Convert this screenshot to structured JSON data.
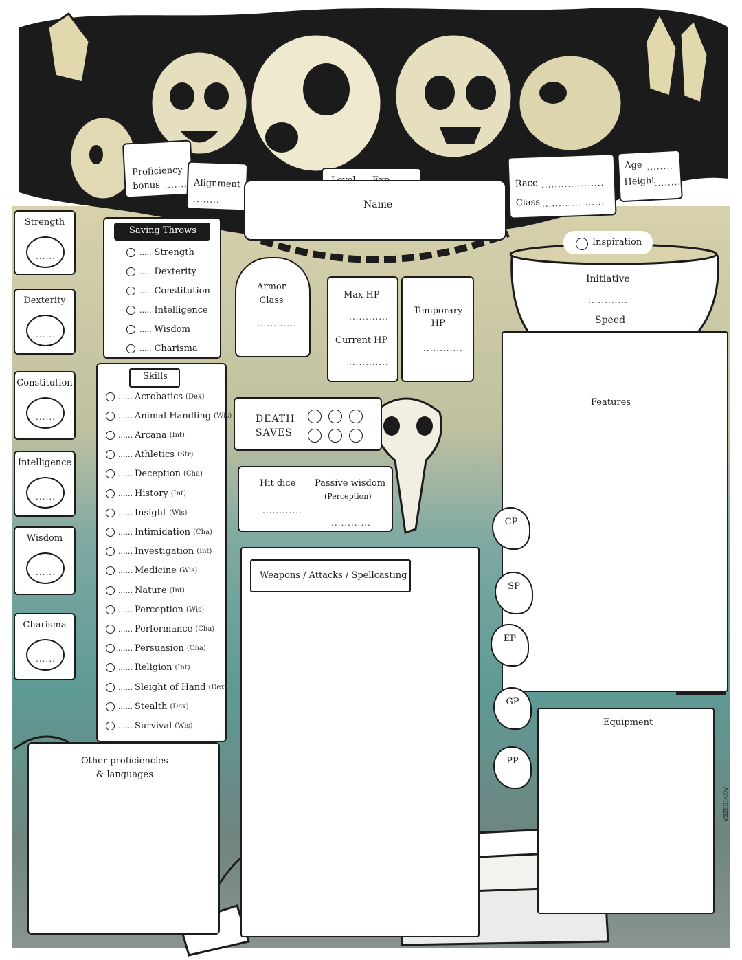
{
  "header": {
    "proficiency_bonus": "Proficiency\nbonus",
    "alignment": "Alignment",
    "level": "Level",
    "exp": "Exp.",
    "name": "Name",
    "race": "Race",
    "class": "Class",
    "age": "Age",
    "height": "Height",
    "dots": "........",
    "long_dots": "..................."
  },
  "abilities": [
    {
      "name": "Strength",
      "value": "......"
    },
    {
      "name": "Dexterity",
      "value": "......"
    },
    {
      "name": "Constitution",
      "value": "......"
    },
    {
      "name": "Intelligence",
      "value": "......"
    },
    {
      "name": "Wisdom",
      "value": "......"
    },
    {
      "name": "Charisma",
      "value": "......"
    }
  ],
  "saving_throws": {
    "title": "Saving Throws",
    "items": [
      "Strength",
      "Dexterity",
      "Constitution",
      "Intelligence",
      "Wisdom",
      "Charisma"
    ],
    "dots": "....."
  },
  "skills": {
    "title": "Skills",
    "dots": "......",
    "items": [
      {
        "name": "Acrobatics",
        "ability": "(Dex)"
      },
      {
        "name": "Animal Handling",
        "ability": "(Wis)"
      },
      {
        "name": "Arcana",
        "ability": "(Int)"
      },
      {
        "name": "Athletics",
        "ability": "(Str)"
      },
      {
        "name": "Deception",
        "ability": "(Cha)"
      },
      {
        "name": "History",
        "ability": "(Int)"
      },
      {
        "name": "Insight",
        "ability": "(Wis)"
      },
      {
        "name": "Intimidation",
        "ability": "(Cha)"
      },
      {
        "name": "Investigation",
        "ability": "(Int)"
      },
      {
        "name": "Medicine",
        "ability": "(Wis)"
      },
      {
        "name": "Nature",
        "ability": "(Int)"
      },
      {
        "name": "Perception",
        "ability": "(Wis)"
      },
      {
        "name": "Performance",
        "ability": "(Cha)"
      },
      {
        "name": "Persuasion",
        "ability": "(Cha)"
      },
      {
        "name": "Religion",
        "ability": "(Int)"
      },
      {
        "name": "Sleight of Hand",
        "ability": "(Dex)"
      },
      {
        "name": "Stealth",
        "ability": "(Dex)"
      },
      {
        "name": "Survival",
        "ability": "(Wis)"
      }
    ]
  },
  "combat": {
    "armor_class": "Armor\nClass",
    "max_hp": "Max HP",
    "current_hp": "Current HP",
    "temporary_hp": "Temporary\nHP",
    "death_saves": "DEATH\nSAVES",
    "hit_dice": "Hit dice",
    "passive_wisdom": "Passive wisdom",
    "perception": "(Perception)",
    "initiative": "Initiative",
    "speed": "Speed",
    "inspiration": "Inspiration",
    "dots": "............"
  },
  "sections": {
    "features": "Features",
    "weapons": "Weapons / Attacks / Spellcasting",
    "equipment": "Equipment",
    "other_proficiencies": "Other proficiencies\n& languages"
  },
  "coins": [
    "CP",
    "SP",
    "EP",
    "GP",
    "PP"
  ],
  "signature": "AGNIESZKA",
  "colors": {
    "ink": "#1c1c1c",
    "parchment": "#ffffff",
    "khaki": "#cfc7a0",
    "teal": "#5f9c98",
    "slate": "#6f7f78"
  }
}
